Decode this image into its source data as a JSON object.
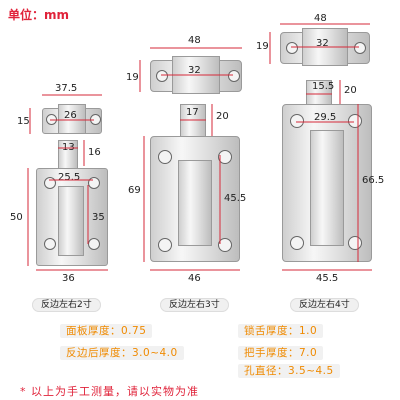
{
  "unit_label": "单位：mm",
  "products": [
    {
      "label": "反边左右2寸",
      "dims": {
        "keeper_width": "37.5",
        "keeper_height": "15",
        "keeper_hole": "26",
        "tongue_width": "13",
        "tongue_offset": "16",
        "hole_spacing": "25.5",
        "plate_height": "50",
        "plate_side": "35",
        "plate_width": "36"
      }
    },
    {
      "label": "反边左右3寸",
      "dims": {
        "keeper_width": "48",
        "keeper_height": "19",
        "keeper_hole": "32",
        "tongue_width": "17",
        "tongue_offset": "20",
        "plate_height": "69",
        "plate_side": "45.5",
        "plate_width": "46"
      }
    },
    {
      "label": "反边左右4寸",
      "dims": {
        "keeper_width": "48",
        "keeper_height": "19",
        "keeper_hole": "32",
        "tongue_width": "15.5",
        "tongue_offset": "20",
        "hole_spacing": "29.5",
        "plate_height": "66.5",
        "plate_width": "45.5"
      }
    }
  ],
  "specs": {
    "panel_thickness": "面板厚度：0.75",
    "back_thickness": "反边后厚度：3.0~4.0",
    "tongue_thickness": "锁舌厚度：1.0",
    "handle_thickness": "把手厚度：7.0",
    "hole_diameter": "孔直径：3.5~4.5"
  },
  "note": "* 以上为手工测量，请以实物为准",
  "colors": {
    "accent_red": "#e0233a",
    "spec_orange": "#f08a00"
  }
}
